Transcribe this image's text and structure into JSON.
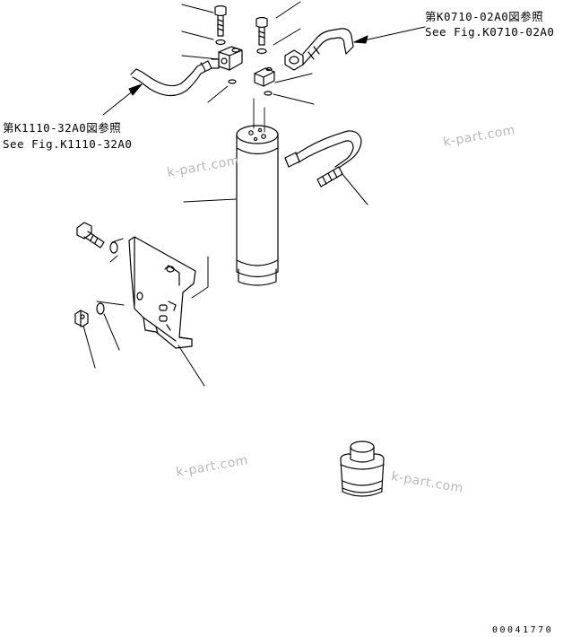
{
  "references": {
    "top_right": {
      "line_jp": "第K0710-02A0図参照",
      "line_en": "See Fig.K0710-02A0"
    },
    "left": {
      "line_jp": "第K1110-32A0図参照",
      "line_en": "See Fig.K1110-32A0"
    }
  },
  "watermarks": [
    "k-part.com",
    "k-part.com",
    "k-part.com",
    "k-part.com"
  ],
  "document_number": "00041770",
  "colors": {
    "line": "#000000",
    "watermark": "#b8b8b8",
    "background": "#ffffff"
  }
}
